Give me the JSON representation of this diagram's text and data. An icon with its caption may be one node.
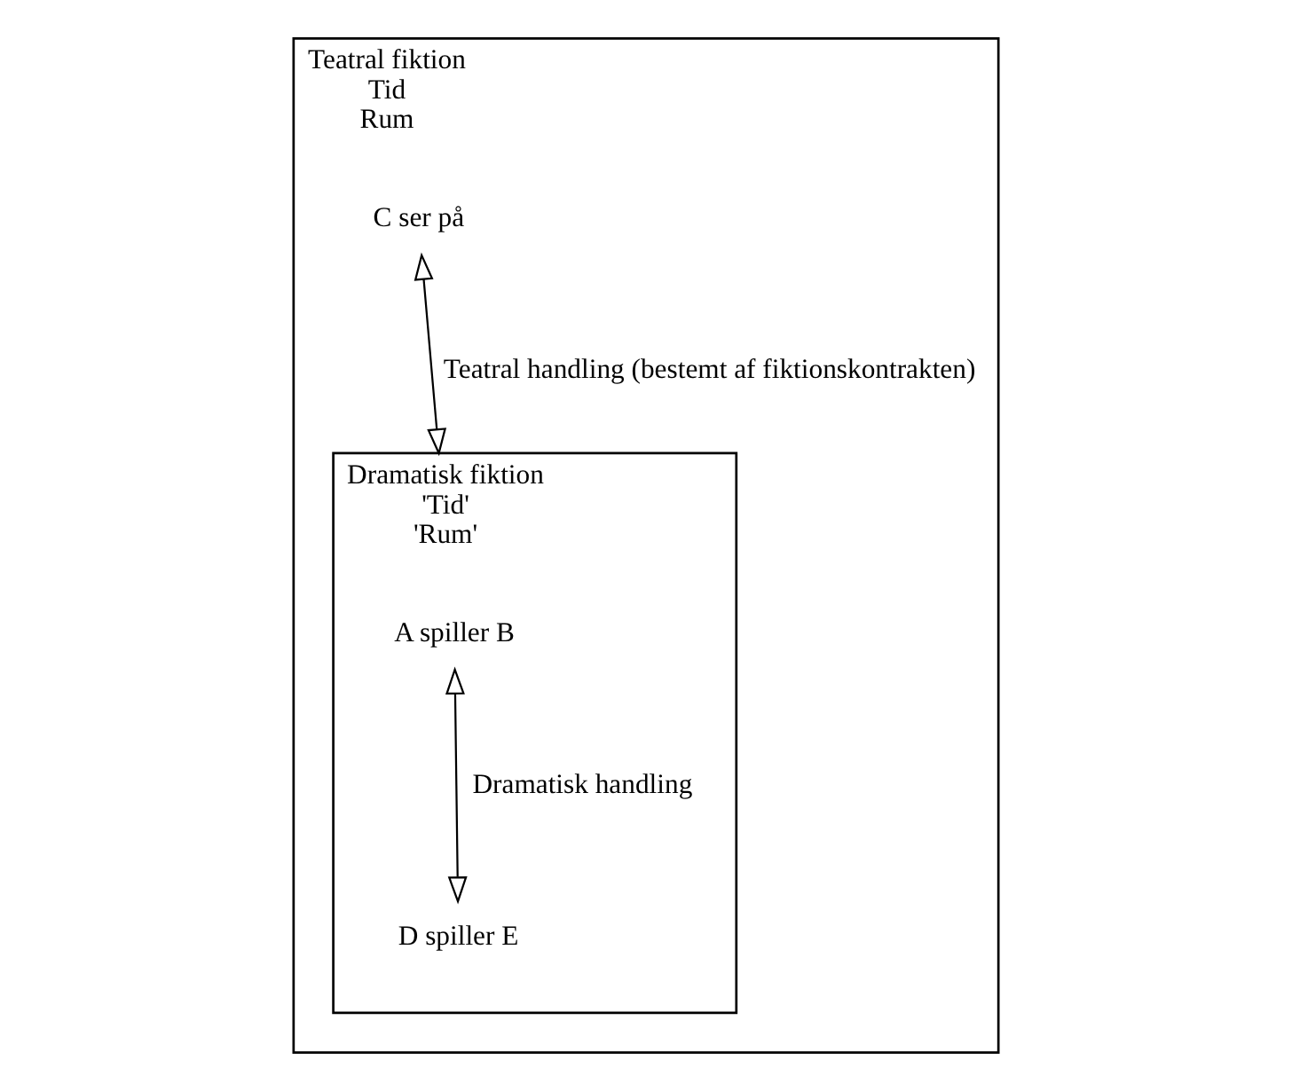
{
  "diagram": {
    "nodes": [
      {
        "text": [
          "Teatral fiktion",
          "Tid",
          "Rum"
        ]
      },
      {
        "text": [
          "Dramatisk fiktion",
          "'Tid'",
          "'Rum'"
        ],
        "in": 0
      },
      {
        "text": [
          "A spiller B"
        ],
        "in": 1
      },
      {
        "text": [
          "D spiller E"
        ],
        "in": 1
      },
      {
        "text": [
          "C ser på"
        ],
        "in": 0
      }
    ],
    "edges": [
      {
        "from": 2,
        "to": 3,
        "arrow": "both",
        "label": "Dramatisk handling"
      },
      {
        "from": 4,
        "to": 1,
        "arrow": "both",
        "label": "Teatral handling (bestemt af fiktionskontrakten)"
      }
    ]
  }
}
